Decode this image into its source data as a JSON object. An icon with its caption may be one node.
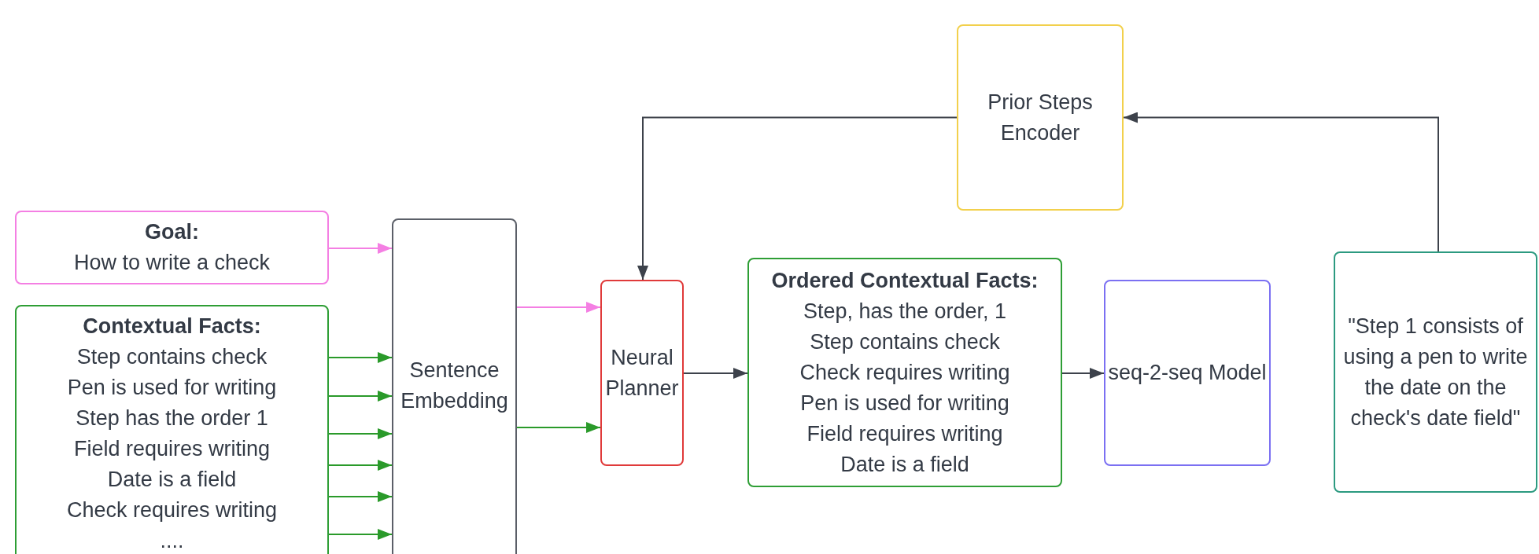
{
  "diagram": {
    "nodes": [
      {
        "text": [
          "Goal:",
          "How to write a check"
        ]
      },
      {
        "text": [
          "Contextual Facts:",
          "Step contains check",
          "Pen is used for writing",
          "Step has the order 1",
          "Field requires writing",
          "Date is a field",
          "Check requires writing",
          "...."
        ]
      },
      {
        "text": [
          "Sentence Embedding"
        ]
      },
      {
        "text": [
          "Neural Planner"
        ]
      },
      {
        "text": [
          "Prior Steps Encoder"
        ]
      },
      {
        "text": [
          "Ordered Contextual Facts:",
          "Step, has the order, 1",
          "Step contains check",
          "Check requires writing",
          "Pen is used for writing",
          "Field requires writing",
          "Date is a field"
        ]
      },
      {
        "text": [
          "seq-2-seq Model"
        ]
      },
      {
        "text": [
          "\"Step 1 consists of using a pen to write the date on the check's date field\""
        ]
      }
    ],
    "edges": [
      {
        "from": 0,
        "to": 2,
        "arrow": "to",
        "color": "#f47fe3"
      },
      {
        "from": 1,
        "to": 2,
        "arrow": "to"
      },
      {
        "from": 1,
        "to": 2,
        "arrow": "to"
      },
      {
        "from": 1,
        "to": 2,
        "arrow": "to"
      },
      {
        "from": 1,
        "to": 2,
        "arrow": "to"
      },
      {
        "from": 1,
        "to": 2,
        "arrow": "to"
      },
      {
        "from": 1,
        "to": 2,
        "arrow": "to"
      },
      {
        "from": 2,
        "to": 3,
        "arrow": "to",
        "color": "#f47fe3"
      },
      {
        "from": 2,
        "to": 3,
        "arrow": "to"
      },
      {
        "from": 4,
        "to": 3,
        "arrow": "to",
        "color": "#3d424b"
      },
      {
        "from": 3,
        "to": 5,
        "arrow": "to",
        "color": "#3d424b"
      },
      {
        "from": 5,
        "to": 6,
        "arrow": "to",
        "color": "#3d424b"
      },
      {
        "from": 7,
        "to": 4,
        "arrow": "to",
        "color": "#3d424b"
      }
    ]
  }
}
